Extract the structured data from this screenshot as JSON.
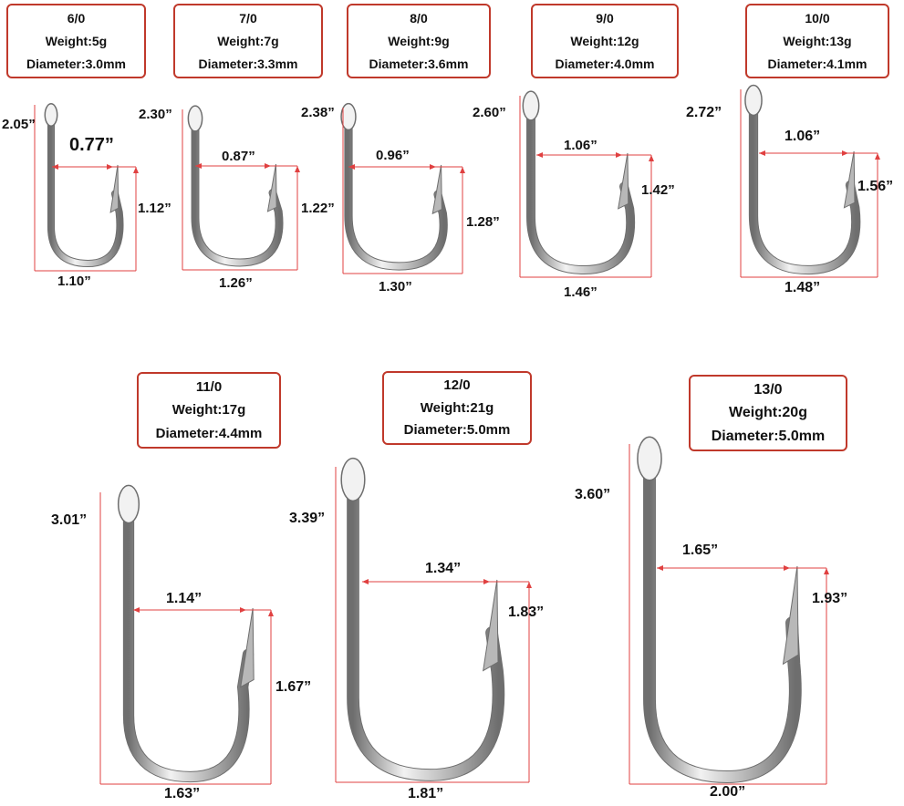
{
  "hooks": [
    {
      "size": "6/0",
      "weight": "Weight:5g",
      "diameter": "Diameter:3.0mm",
      "length": "2.05”",
      "gap": "0.77”",
      "bend": "1.12”",
      "width": "1.10”"
    },
    {
      "size": "7/0",
      "weight": "Weight:7g",
      "diameter": "Diameter:3.3mm",
      "length": "2.30”",
      "gap": "0.87”",
      "bend": "1.22”",
      "width": "1.26”"
    },
    {
      "size": "8/0",
      "weight": "Weight:9g",
      "diameter": "Diameter:3.6mm",
      "length": "2.38”",
      "gap": "0.96”",
      "bend": "1.28”",
      "width": "1.30”"
    },
    {
      "size": "9/0",
      "weight": "Weight:12g",
      "diameter": "Diameter:4.0mm",
      "length": "2.60”",
      "gap": "1.06”",
      "bend": "1.42”",
      "width": "1.46”"
    },
    {
      "size": "10/0",
      "weight": "Weight:13g",
      "diameter": "Diameter:4.1mm",
      "length": "2.72”",
      "gap": "1.06”",
      "bend": "1.56”",
      "width": "1.48”"
    },
    {
      "size": "11/0",
      "weight": "Weight:17g",
      "diameter": "Diameter:4.4mm",
      "length": "3.01”",
      "gap": "1.14”",
      "bend": "1.67”",
      "width": "1.63”"
    },
    {
      "size": "12/0",
      "weight": "Weight:21g",
      "diameter": "Diameter:5.0mm",
      "length": "3.39”",
      "gap": "1.34”",
      "bend": "1.83”",
      "width": "1.81”"
    },
    {
      "size": "13/0",
      "weight": "Weight:20g",
      "diameter": "Diameter:5.0mm",
      "length": "3.60”",
      "gap": "1.65”",
      "bend": "1.93”",
      "width": "2.00”"
    }
  ],
  "colors": {
    "border": "#c0392b",
    "dimension": "#e04040",
    "steel_light": "#f2f2f2",
    "steel_mid": "#b8b8b8",
    "steel_dark": "#6e6e6e"
  }
}
